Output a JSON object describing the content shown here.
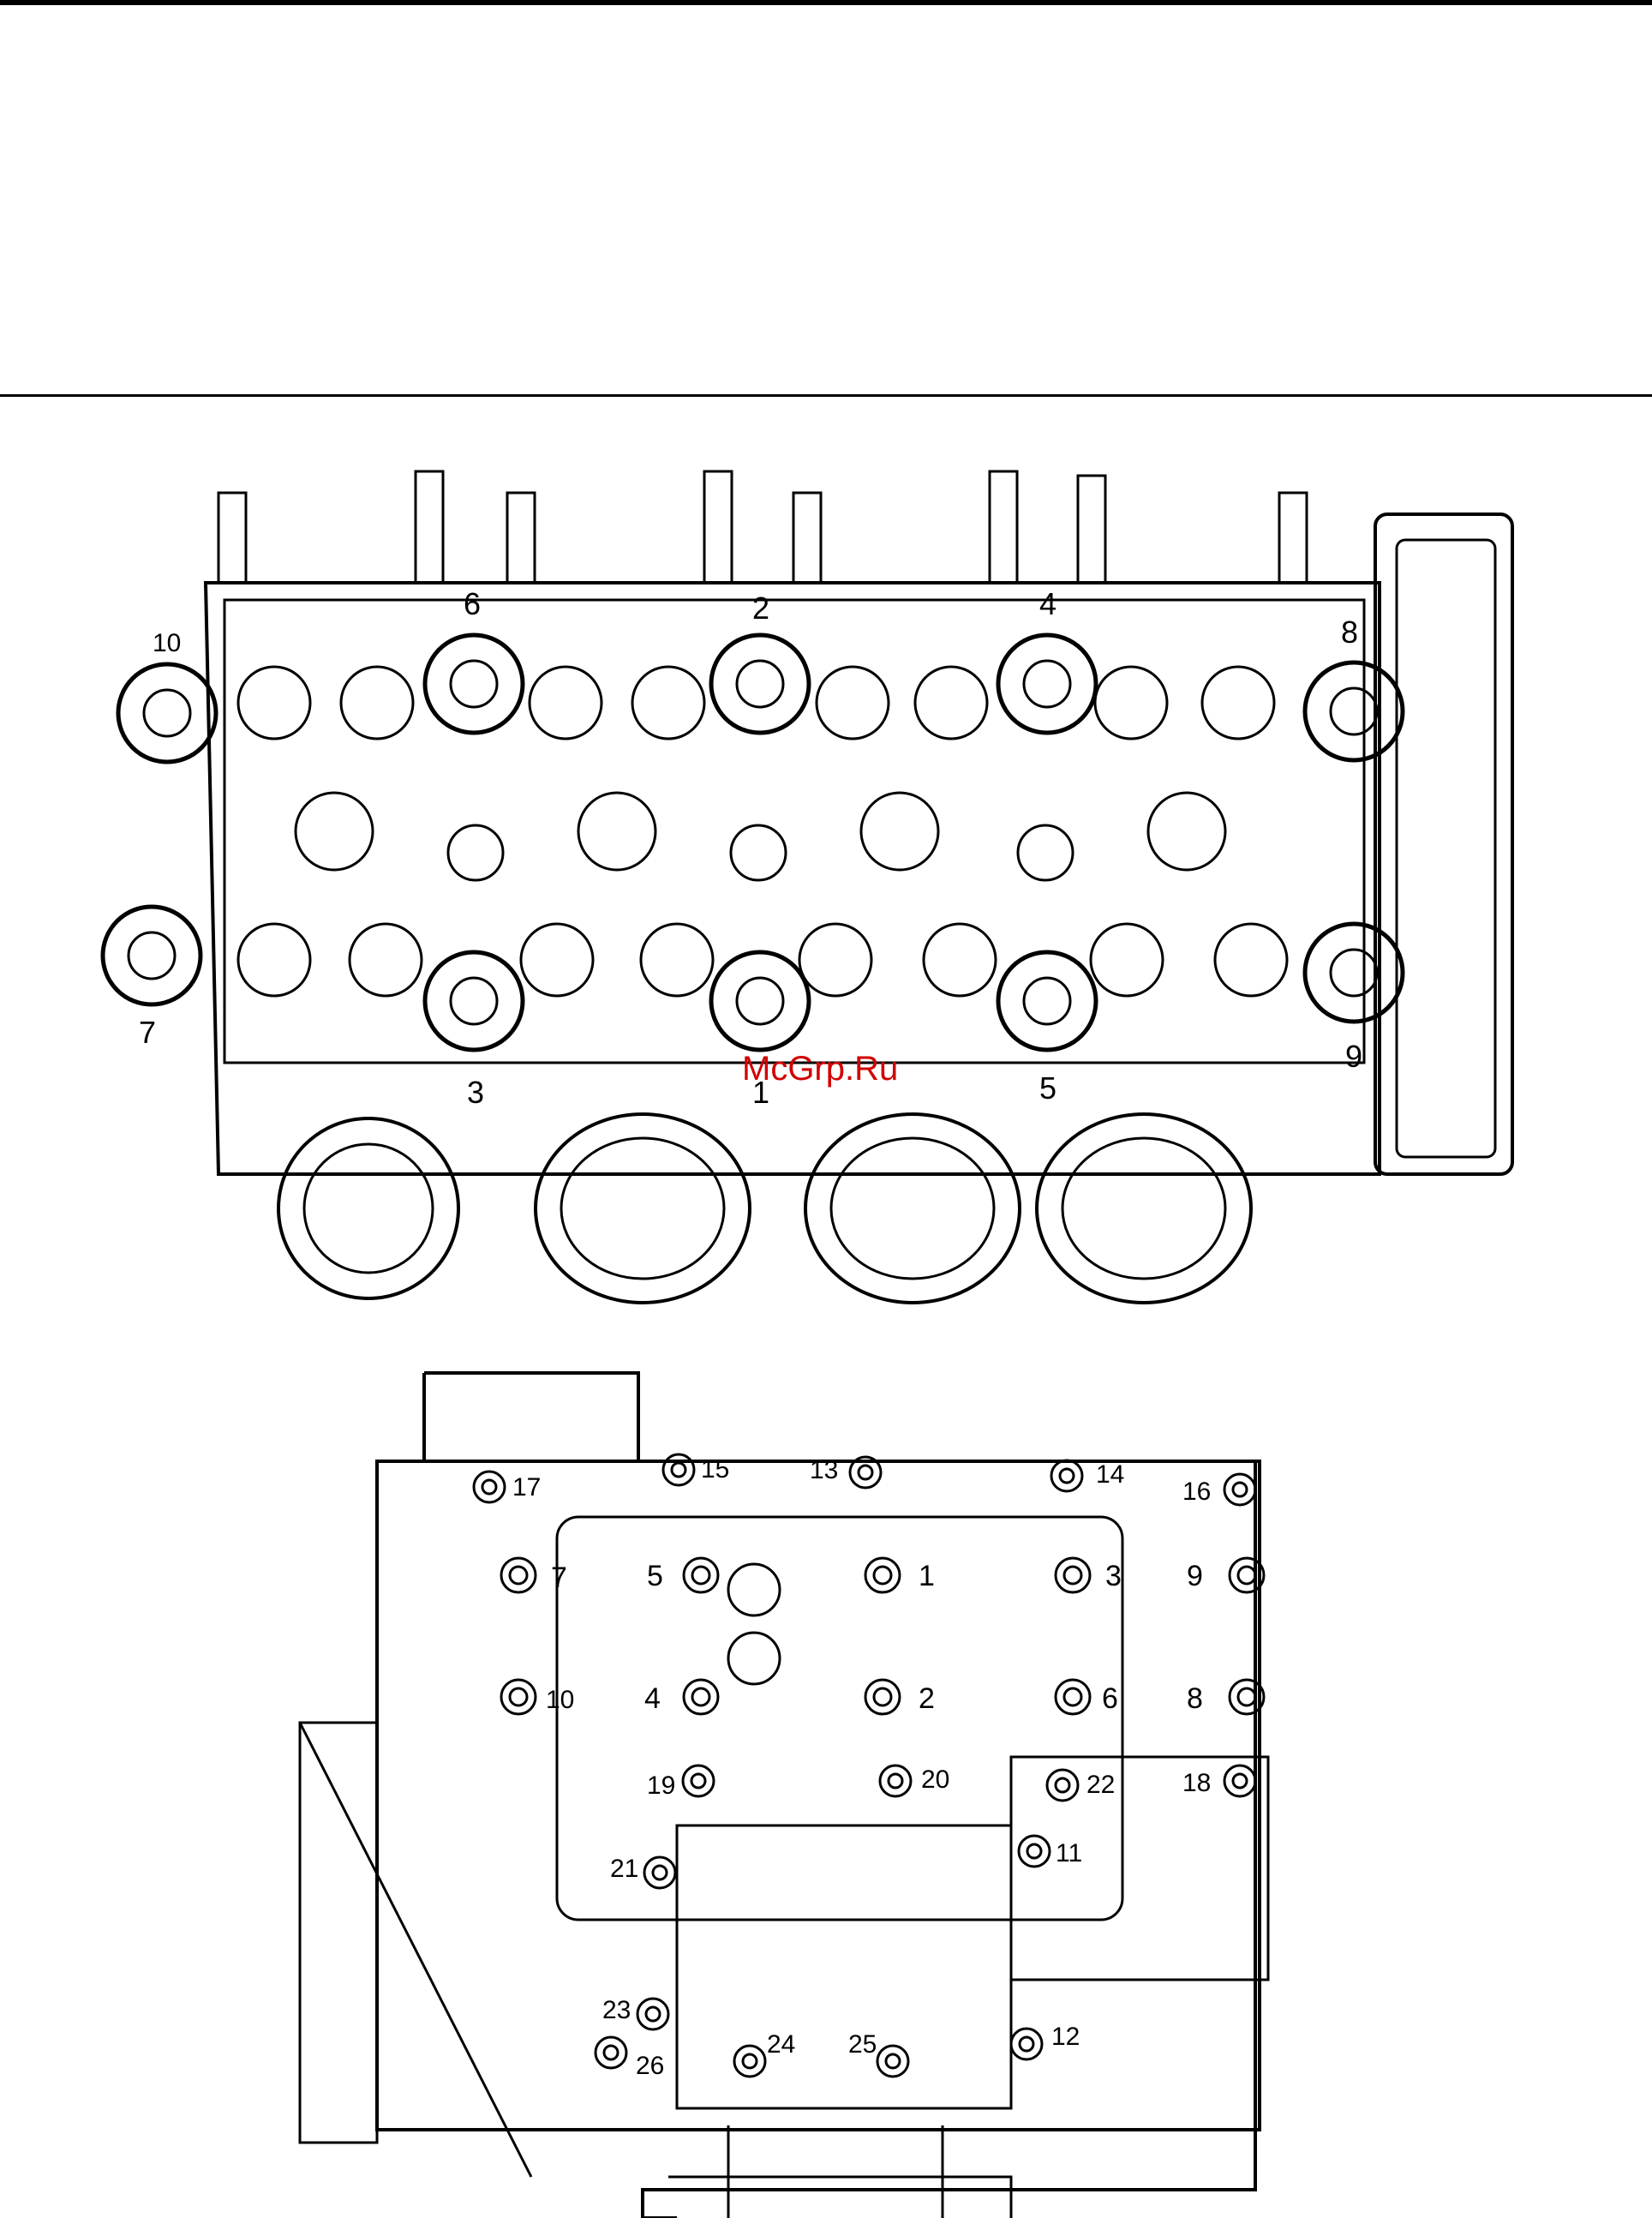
{
  "watermark": "McGrp.Ru",
  "cylinder_head": {
    "labels": [
      "1",
      "2",
      "3",
      "4",
      "5",
      "6",
      "7",
      "8",
      "9",
      "10"
    ]
  },
  "crankcase": {
    "labels": [
      "1",
      "2",
      "3",
      "4",
      "5",
      "6",
      "7",
      "8",
      "9",
      "10",
      "11",
      "12",
      "13",
      "14",
      "15",
      "16",
      "17",
      "18",
      "19",
      "20",
      "21",
      "22",
      "23",
      "24",
      "25",
      "26"
    ]
  }
}
